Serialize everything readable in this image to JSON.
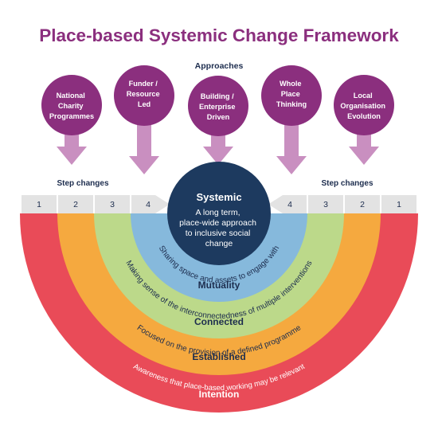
{
  "title": "Place-based Systemic Change Framework",
  "approaches_label": "Approaches",
  "approaches": [
    {
      "lines": [
        "National",
        "Charity",
        "Programmes"
      ]
    },
    {
      "lines": [
        "Funder /",
        "Resource",
        "Led"
      ]
    },
    {
      "lines": [
        "Building /",
        "Enterprise",
        "Driven"
      ]
    },
    {
      "lines": [
        "Whole",
        "Place",
        "Thinking"
      ]
    },
    {
      "lines": [
        "Local",
        "Organisation",
        "Evolution"
      ]
    }
  ],
  "step_changes_left": "Step changes",
  "step_changes_right": "Step changes",
  "steps_left": [
    "1",
    "2",
    "3",
    "4"
  ],
  "steps_right": [
    "4",
    "3",
    "2",
    "1"
  ],
  "center": {
    "title": "Systemic",
    "lines": [
      "A long term,",
      "place-wide approach",
      "to inclusive social",
      "change"
    ]
  },
  "bands": {
    "mutuality": {
      "title": "Mutuality",
      "description": "Sharing space and assets to engage with"
    },
    "connected": {
      "title": "Connected",
      "description": "Making sense of the interconnectedness of multiple interventions"
    },
    "established": {
      "title": "Established",
      "description": "Focused on the provision of a defined programme"
    },
    "intention": {
      "title": "Intention",
      "description": "Awareness that place-based working may be relevant"
    }
  },
  "colors": {
    "title": "#8b2f7e",
    "approach_circle": "#8b2f7e",
    "approach_arrow": "#c98fc0",
    "step_box": "#e3e3e3",
    "center": "#1d3a5f",
    "mutuality": "#86b9dc",
    "connected": "#bcd98a",
    "established": "#f5a93f",
    "intention": "#e94b58"
  }
}
